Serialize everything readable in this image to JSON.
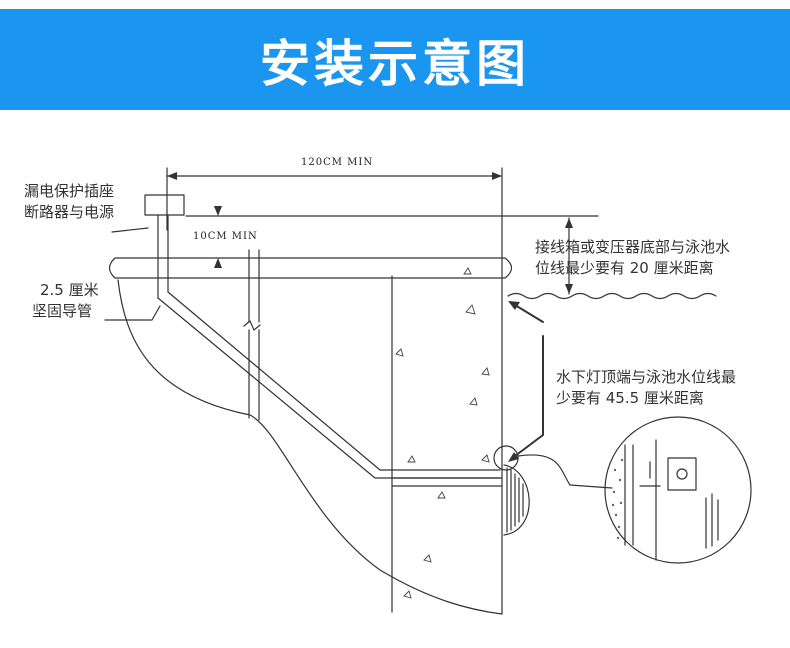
{
  "title": "安装示意图",
  "colors": {
    "accent": "#1a96f0",
    "line": "#333333"
  },
  "dimensions": {
    "horizontal_min": "120CM MIN",
    "vertical_min": "10CM MIN"
  },
  "labels": {
    "power_outlet": [
      "漏电保护插座",
      "断路器与电源"
    ],
    "conduit": [
      "2.5 厘米",
      "坚固导管"
    ],
    "junction_box": [
      "接线箱或变压器底部与泳池水",
      "位线最少要有 20 厘米距离"
    ],
    "light_top": [
      "水下灯顶端与泳池水位线最",
      "少要有 45.5 厘米距离"
    ]
  }
}
